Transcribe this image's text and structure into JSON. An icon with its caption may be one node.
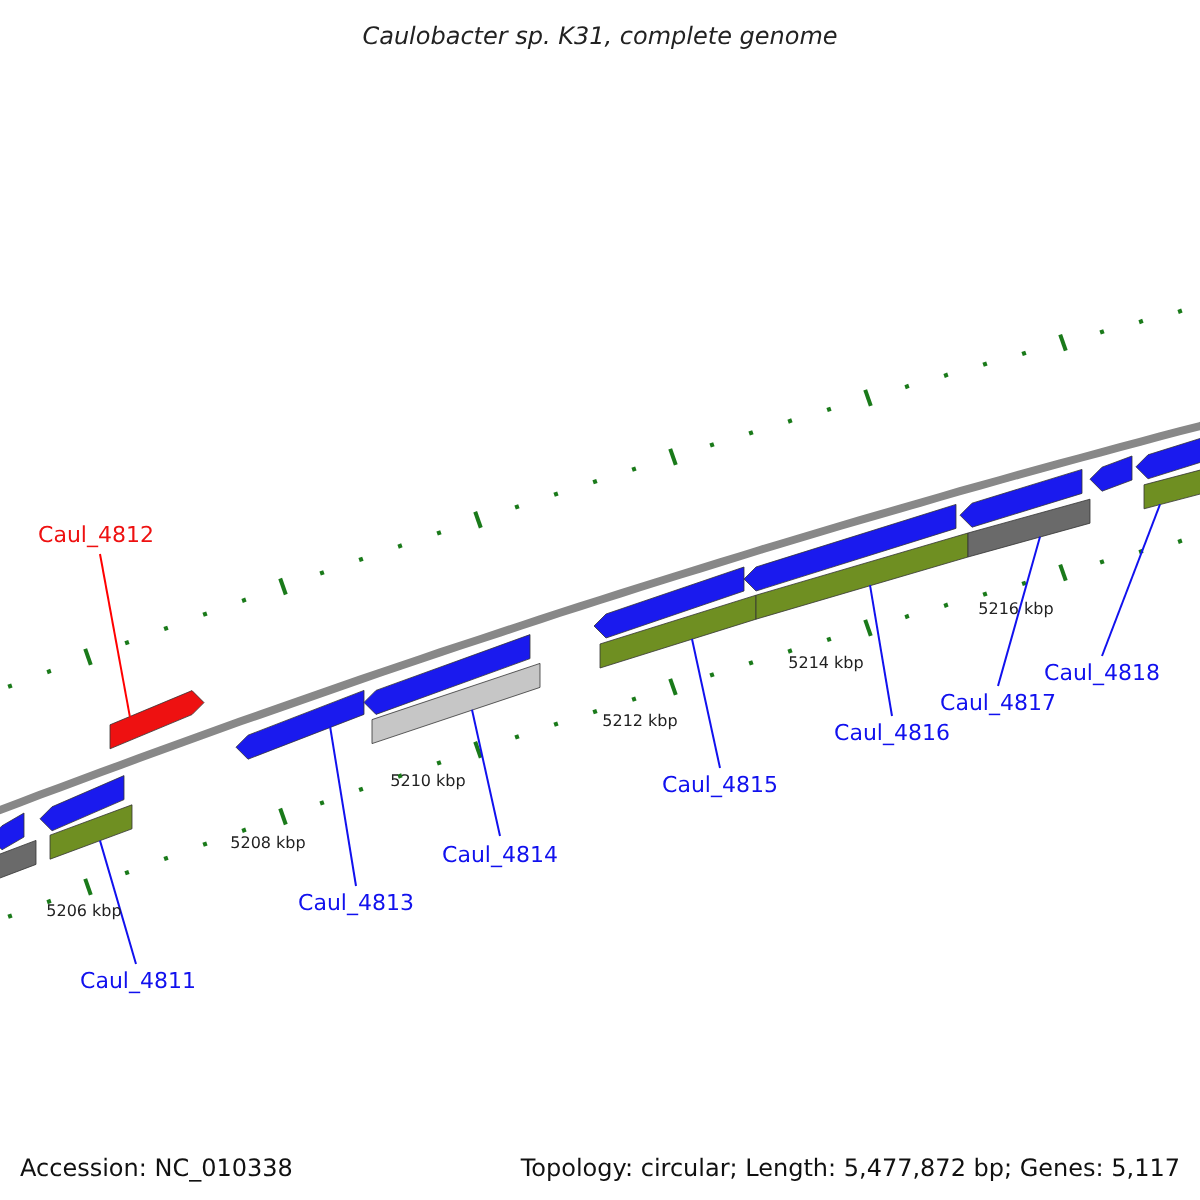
{
  "diagram": {
    "title": "Caulobacter sp. K31, complete genome",
    "nodes": [
      {
        "text": [
          "Caul_4812"
        ]
      },
      {
        "text": [],
        "shape": "bar"
      },
      {
        "text": [
          "Caul_4811"
        ]
      },
      {
        "text": [],
        "shape": "bar"
      },
      {
        "text": [
          "Caul_4813"
        ]
      },
      {
        "text": [],
        "shape": "bar"
      },
      {
        "text": [
          "Caul_4814"
        ]
      },
      {
        "text": [],
        "shape": "bar"
      },
      {
        "text": [
          "Caul_4815"
        ]
      },
      {
        "text": [],
        "shape": "bar"
      },
      {
        "text": [
          "Caul_4816"
        ]
      },
      {
        "text": [],
        "shape": "bar"
      },
      {
        "text": [
          "Caul_4817"
        ]
      },
      {
        "text": [],
        "shape": "bar"
      },
      {
        "text": [
          "Caul_4818"
        ]
      },
      {
        "text": [],
        "shape": "bar"
      },
      {
        "text": [],
        "shape": "bar"
      },
      {
        "text": [],
        "shape": "bar"
      },
      {
        "text": [],
        "shape": "bar"
      },
      {
        "text": [],
        "shape": "bar"
      },
      {
        "text": [],
        "shape": "bar"
      },
      {
        "text": [],
        "shape": "bar"
      },
      {
        "text": [],
        "shape": "bar"
      },
      {
        "text": [],
        "shape": "bar"
      },
      {
        "text": [],
        "shape": "bar"
      }
    ],
    "edges": [
      {
        "from": 0,
        "to": 1,
        "arrow": "none",
        "color": "#ff0000"
      },
      {
        "from": 2,
        "to": 3,
        "arrow": "none"
      },
      {
        "from": 4,
        "to": 5,
        "arrow": "none"
      },
      {
        "from": 6,
        "to": 7,
        "arrow": "none"
      },
      {
        "from": 8,
        "to": 9,
        "arrow": "none"
      },
      {
        "from": 10,
        "to": 11,
        "arrow": "none"
      },
      {
        "from": 12,
        "to": 13,
        "arrow": "none"
      },
      {
        "from": 14,
        "to": 15,
        "arrow": "none"
      }
    ],
    "labels": [
      "5216 kbp",
      "5214 kbp",
      "5212 kbp",
      "5210 kbp",
      "5208 kbp",
      "5206 kbp",
      "Accession: NC_010338",
      "Topology: circular; Length: 5,477,872 bp; Genes: 5,117"
    ]
  }
}
